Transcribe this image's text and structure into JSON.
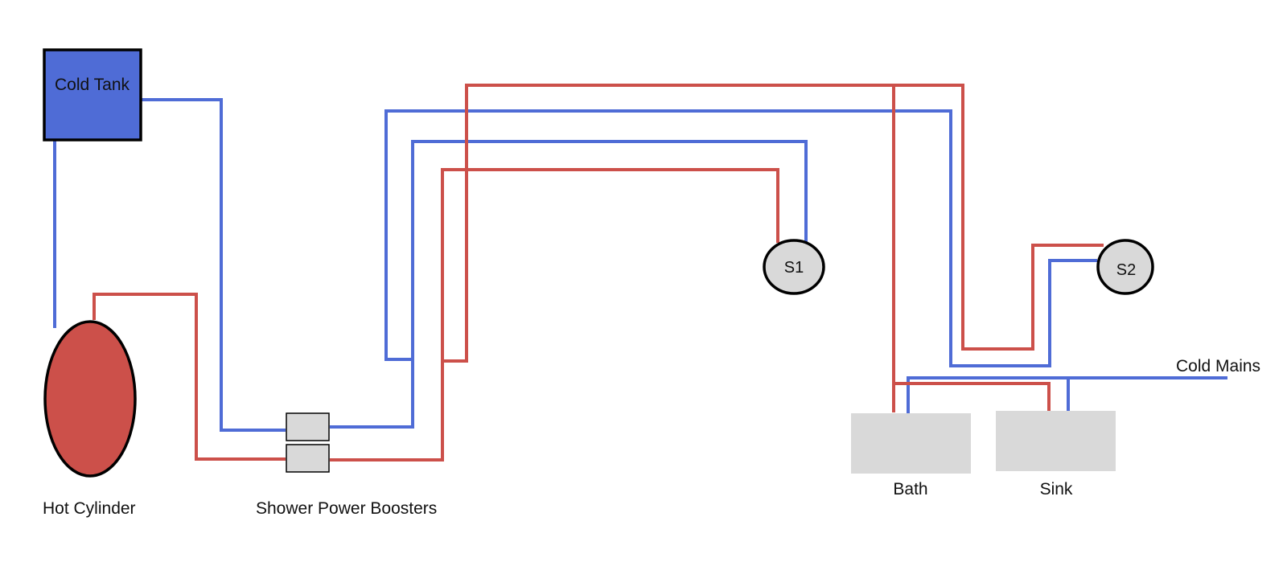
{
  "colors": {
    "cold": "#4f6cd6",
    "hot": "#cc504a",
    "tank_fill": "#4f6cd6",
    "cylinder_fill": "#cc504a",
    "fixture_fill": "#d9d9d9",
    "outline": "#000000"
  },
  "labels": {
    "cold_tank": "Cold Tank",
    "hot_cylinder": "Hot Cylinder",
    "boosters": "Shower Power Boosters",
    "shower_1": "S1",
    "shower_2": "S2",
    "bath": "Bath",
    "sink": "Sink",
    "cold_mains": "Cold Mains"
  }
}
